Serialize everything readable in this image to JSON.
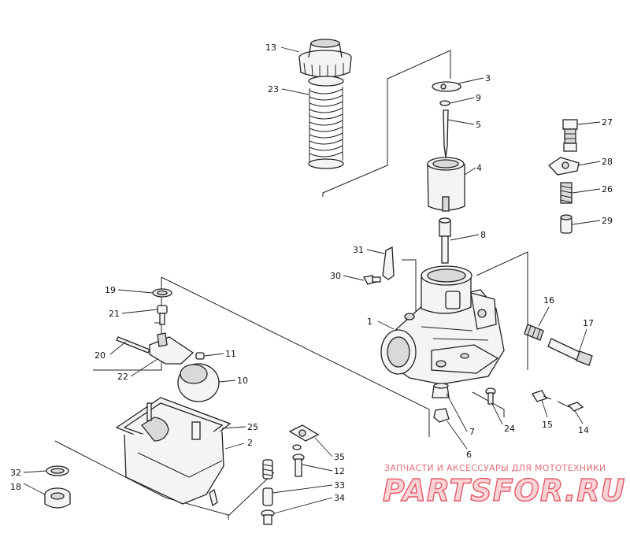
{
  "callouts": [
    "1",
    "2",
    "3",
    "4",
    "5",
    "6",
    "7",
    "8",
    "9",
    "10",
    "11",
    "12",
    "13",
    "14",
    "15",
    "16",
    "17",
    "18",
    "19",
    "20",
    "21",
    "22",
    "23",
    "24",
    "25",
    "26",
    "27",
    "28",
    "29",
    "30",
    "31",
    "32",
    "33",
    "34",
    "35"
  ],
  "watermark": {
    "subtitle": "ЗАПЧАСТИ И АКСЕССУАРЫ ДЛЯ МОТОТЕХНИКИ",
    "brand": "PARTSFOR.RU",
    "color": "#e45a68"
  }
}
